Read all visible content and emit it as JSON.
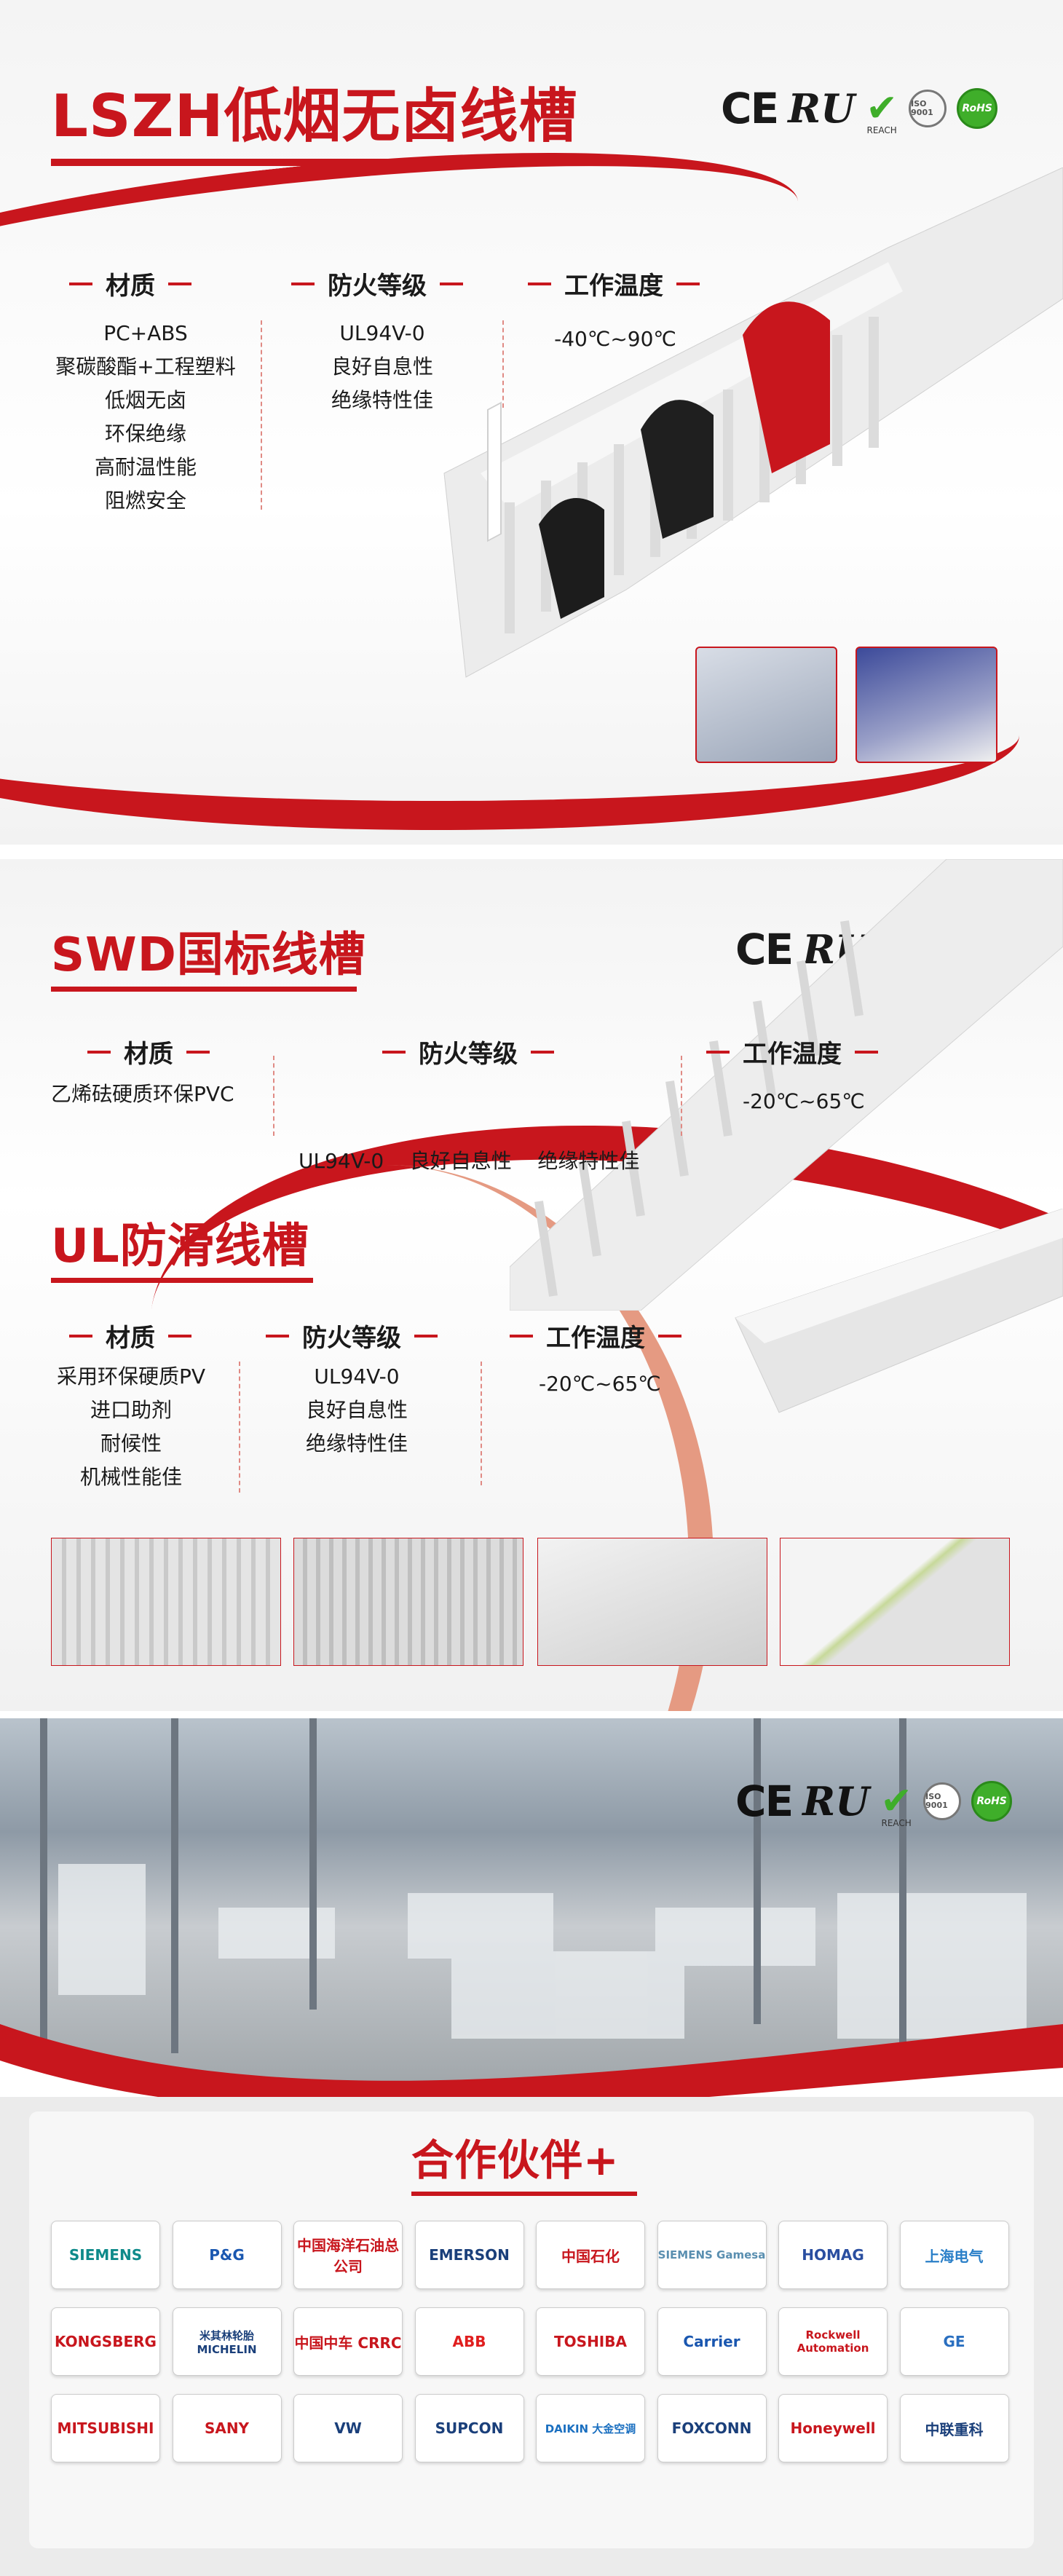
{
  "section1": {
    "title": "LSZH低烟无卤线槽",
    "columns": [
      {
        "head": "材质",
        "lines": [
          "PC+ABS",
          "聚碳酸酯+工程塑料",
          "低烟无卤",
          "环保绝缘",
          "高耐温性能",
          "阻燃安全"
        ]
      },
      {
        "head": "防火等级",
        "lines": [
          "UL94V-0",
          "良好自息性",
          "绝缘特性佳"
        ]
      },
      {
        "head": "工作温度",
        "lines": [
          "-40℃~90℃"
        ]
      }
    ]
  },
  "section2": {
    "title": "SWD国标线槽",
    "columns": [
      {
        "head": "材质",
        "value": "乙烯砝硬质环保PVC"
      },
      {
        "head": "防火等级",
        "value": "UL94V-0    良好自息性    绝缘特性佳"
      },
      {
        "head": "工作温度",
        "value": "-20℃~65℃"
      }
    ]
  },
  "section3": {
    "title": "UL防滑线槽",
    "columns": [
      {
        "head": "材质",
        "lines": [
          "采用环保硬质PV",
          "进口助剂",
          "耐候性",
          "机械性能佳"
        ]
      },
      {
        "head": "防火等级",
        "lines": [
          "UL94V-0",
          "良好自息性",
          "绝缘特性佳"
        ]
      },
      {
        "head": "工作温度",
        "lines": [
          "-20℃~65℃"
        ]
      }
    ]
  },
  "certs": {
    "ce": "CE",
    "ul": "RU",
    "reach": "REACH",
    "iso": "ISO 9001",
    "rohs": "RoHS"
  },
  "partners": {
    "title": "合作伙伴+",
    "logos": [
      "SIEMENS",
      "P&G",
      "中国海洋石油总公司",
      "EMERSON",
      "中国石化",
      "SIEMENS Gamesa",
      "HOMAG",
      "上海电气",
      "KONGSBERG",
      "米其林轮胎 MICHELIN",
      "中国中车 CRRC",
      "ABB",
      "TOSHIBA",
      "Carrier",
      "Rockwell Automation",
      "GE",
      "MITSUBISHI",
      "SANY",
      "VW",
      "SUPCON",
      "DAIKIN 大金空调",
      "FOXCONN",
      "Honeywell",
      "中联重科"
    ]
  },
  "colors": {
    "brand": "#c8161d",
    "text": "#1a1a1a",
    "green": "#3fae2a"
  }
}
